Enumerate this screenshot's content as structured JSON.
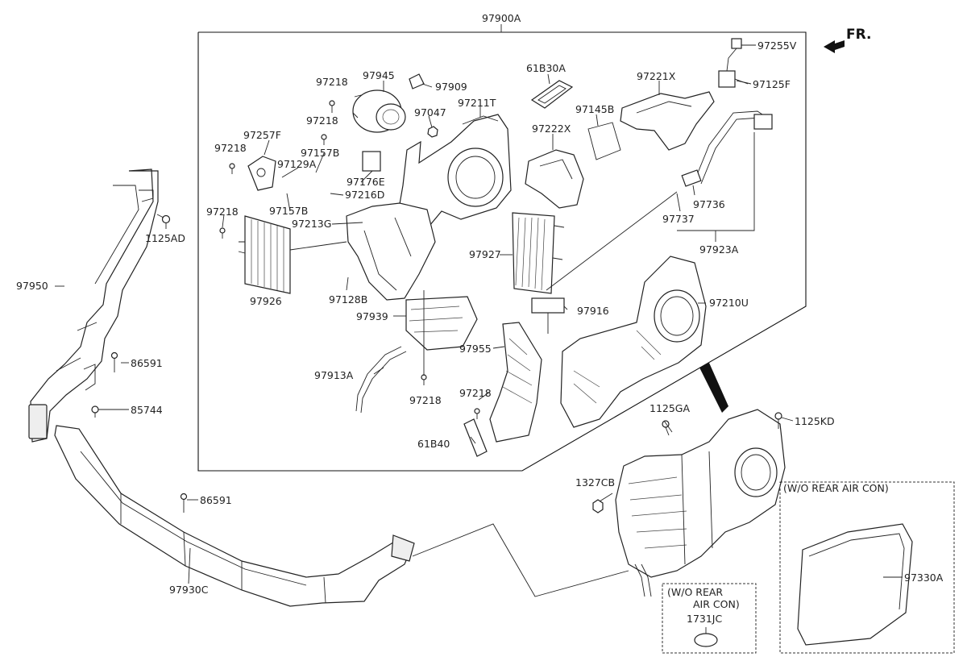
{
  "orientation": {
    "label": "FR."
  },
  "callouts": {
    "assembly": "97900A",
    "p97255V": "97255V",
    "p61B30A": "61B30A",
    "p97221X": "97221X",
    "p97125F": "97125F",
    "p97218_a": "97218",
    "p97945": "97945",
    "p97909": "97909",
    "p97047": "97047",
    "p97211T": "97211T",
    "p97145B": "97145B",
    "p97218_b": "97218",
    "p97257F": "97257F",
    "p97222X": "97222X",
    "p97218_c": "97218",
    "p97157B_a": "97157B",
    "p97129A": "97129A",
    "p97176E": "97176E",
    "p97216D": "97216D",
    "p97218_d": "97218",
    "p97157B_b": "97157B",
    "p97213G": "97213G",
    "p1125AD": "1125AD",
    "p97736": "97736",
    "p97737": "97737",
    "p97923A": "97923A",
    "p97950": "97950",
    "p97927": "97927",
    "p97926": "97926",
    "p97128B": "97128B",
    "p97210U": "97210U",
    "p97916": "97916",
    "p97939": "97939",
    "p97955": "97955",
    "p86591_a": "86591",
    "p97913A": "97913A",
    "p97218_e": "97218",
    "p97218_f": "97218",
    "p85744": "85744",
    "p1125GA": "1125GA",
    "p1125KD": "1125KD",
    "p61B40": "61B40",
    "p1327CB": "1327CB",
    "p86591_b": "86591",
    "p97330A": "97330A",
    "p97930C": "97930C",
    "p1731JC": "1731JC"
  },
  "notes": {
    "wo_rear_right": "(W/O REAR AIR CON)",
    "wo_rear_small_line1": "(W/O REAR",
    "wo_rear_small_line2": "AIR CON)"
  }
}
